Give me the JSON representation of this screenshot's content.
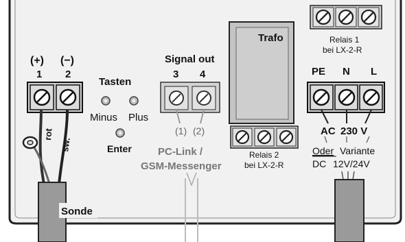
{
  "sensor": {
    "plus_label": "(+)",
    "minus_label": "(−)",
    "terminal_1": "1",
    "terminal_2": "2",
    "wire_red": "rot",
    "wire_black": "sw.",
    "probe_label": "Sonde"
  },
  "buttons": {
    "heading": "Tasten",
    "minus": "Minus",
    "plus": "Plus",
    "enter": "Enter"
  },
  "signal_out": {
    "heading": "Signal out",
    "terminal_3": "3",
    "terminal_4": "4",
    "wire_1": "(1)",
    "wire_2": "(2)",
    "link_label": "PC-Link /",
    "messenger_label": "GSM-Messenger"
  },
  "transformer": {
    "label": "Trafo"
  },
  "relay_1": {
    "line1": "Relais 1",
    "line2": "bei LX-2-R"
  },
  "relay_2": {
    "line1": "Relais 2",
    "line2": "bei LX-2-R"
  },
  "power": {
    "pe": "PE",
    "n": "N",
    "l": "L",
    "ac": "AC",
    "voltage": "230 V",
    "oder": "Oder",
    "variante": "Variante",
    "dc": "DC",
    "dc_voltage": "12V/24V"
  },
  "colors": {
    "housing": "#f2f2f2",
    "terminal": "#c8c8c8",
    "outline": "#111111",
    "cable": "#9a9a9a",
    "muted_text": "#666666"
  }
}
